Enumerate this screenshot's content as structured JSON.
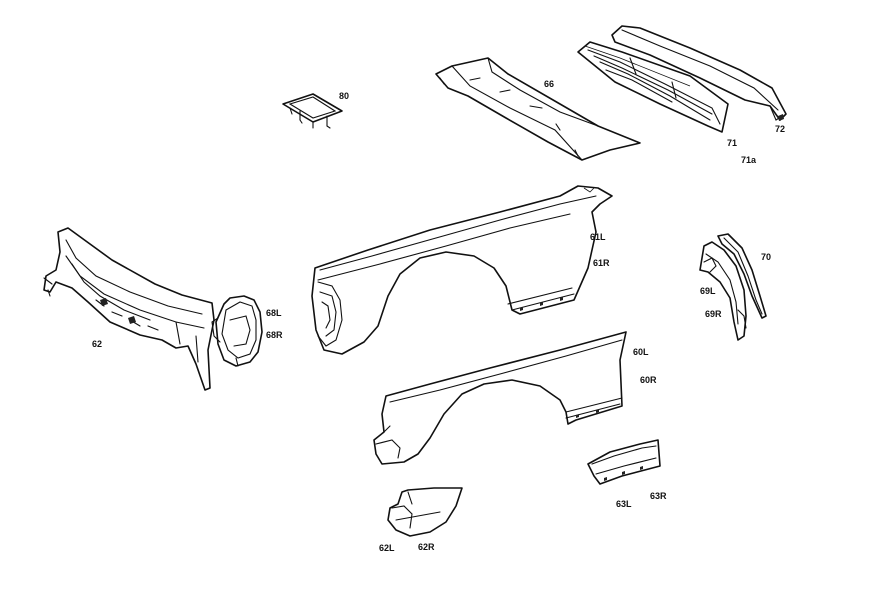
{
  "labels": {
    "p80": "80",
    "p66": "66",
    "p71": "71",
    "p71a": "71a",
    "p72": "72",
    "p70": "70",
    "p61L": "61L",
    "p61R": "61R",
    "p69L": "69L",
    "p69R": "69R",
    "p62": "62",
    "p68L": "68L",
    "p68R": "68R",
    "p60L": "60L",
    "p60R": "60R",
    "p63L": "63L",
    "p63R": "63R",
    "p62L": "62L",
    "p62R": "62R"
  }
}
